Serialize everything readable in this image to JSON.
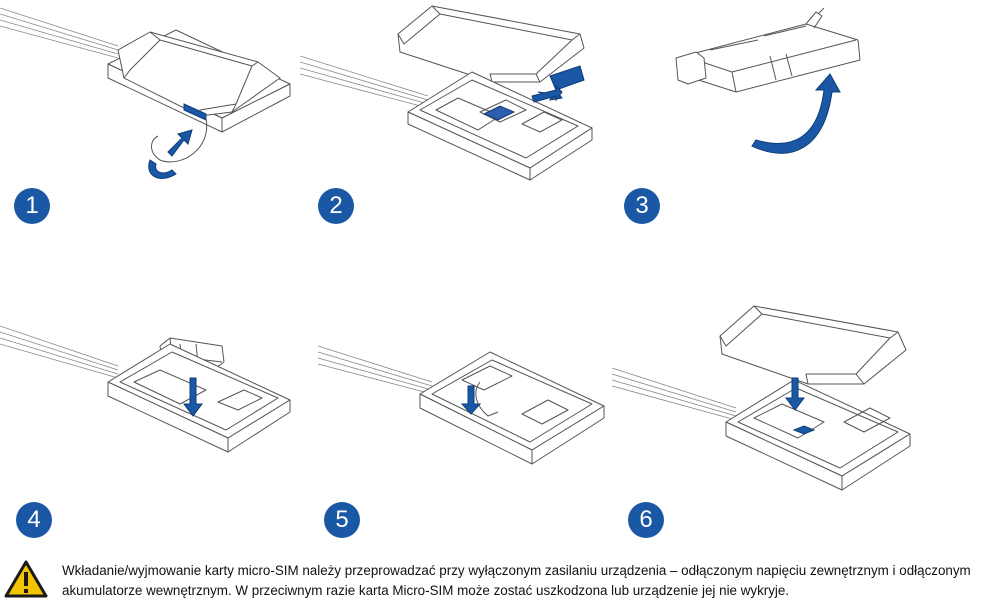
{
  "steps": [
    {
      "number": "1"
    },
    {
      "number": "2"
    },
    {
      "number": "3"
    },
    {
      "number": "4"
    },
    {
      "number": "5"
    },
    {
      "number": "6"
    }
  ],
  "colors": {
    "accent": "#1a57a4",
    "warning_yellow": "#f2c500"
  },
  "warning": {
    "icon": "warning-triangle-icon",
    "text": "Wkładanie/wyjmowanie karty micro-SIM należy przeprowadzać przy wyłączonym zasilaniu urządzenia – odłączonym napięciu zewnętrznym i odłączonym akumulatorze wewnętrznym. W przeciwnym razie karta Micro-SIM może zostać uszkodzona lub urządzenie jej nie wykryje."
  }
}
